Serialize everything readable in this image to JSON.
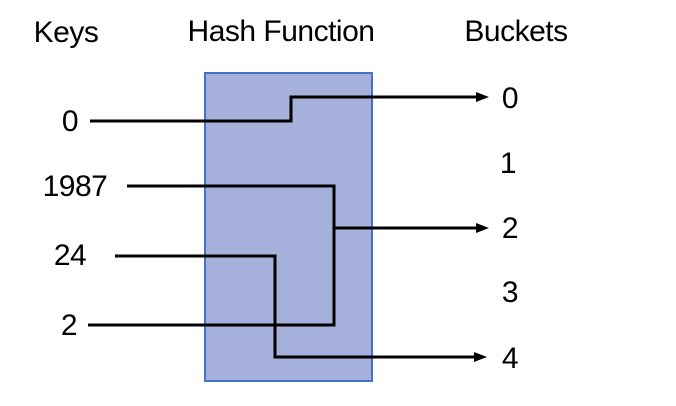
{
  "title_row": {
    "keys": "Keys",
    "hash_function": "Hash Function",
    "buckets": "Buckets"
  },
  "keys": [
    "0",
    "1987",
    "24",
    "2"
  ],
  "buckets": [
    "0",
    "1",
    "2",
    "3",
    "4"
  ],
  "connections": [
    {
      "from_key": "0",
      "to_bucket": "0"
    },
    {
      "from_key": "1987",
      "to_bucket": "2"
    },
    {
      "from_key": "24",
      "to_bucket": "4"
    },
    {
      "from_key": "2",
      "to_bucket": "2"
    }
  ],
  "colors": {
    "background": "#FFFFFF",
    "text": "#000000",
    "line": "#000000",
    "box_fill": "#A6B1DB",
    "box_border": "#4472C4"
  }
}
